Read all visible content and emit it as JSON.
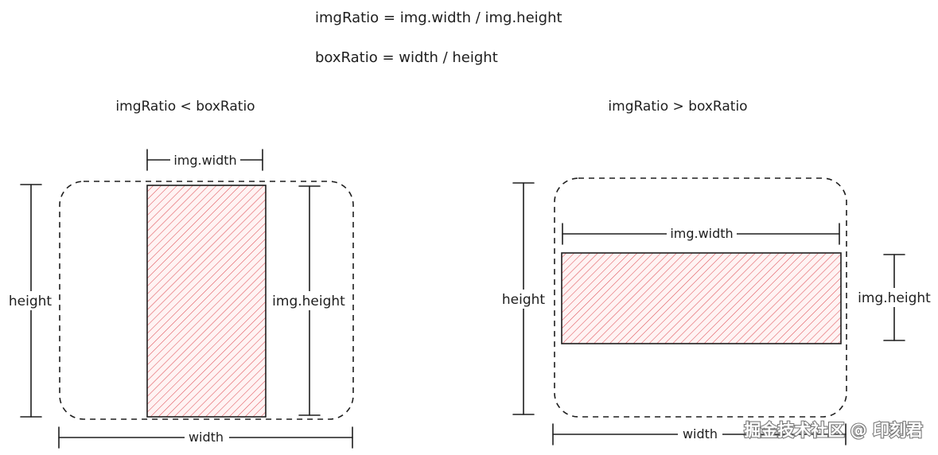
{
  "formulas": {
    "img_ratio": "imgRatio = img.width / img.height",
    "box_ratio": "boxRatio = width / height"
  },
  "cases": {
    "left": {
      "title": "imgRatio < boxRatio",
      "height_label": "height",
      "width_label": "width",
      "img_width_label": "img.width",
      "img_height_label": "img.height"
    },
    "right": {
      "title": "imgRatio > boxRatio",
      "height_label": "height",
      "width_label": "width",
      "img_width_label": "img.width",
      "img_height_label": "img.height"
    }
  },
  "colors": {
    "ink": "#1e1e1e",
    "hatch": "#e0535a",
    "hatch_bg": "#fff3f3"
  },
  "watermark": "掘金技术社区 @ 印刻君"
}
